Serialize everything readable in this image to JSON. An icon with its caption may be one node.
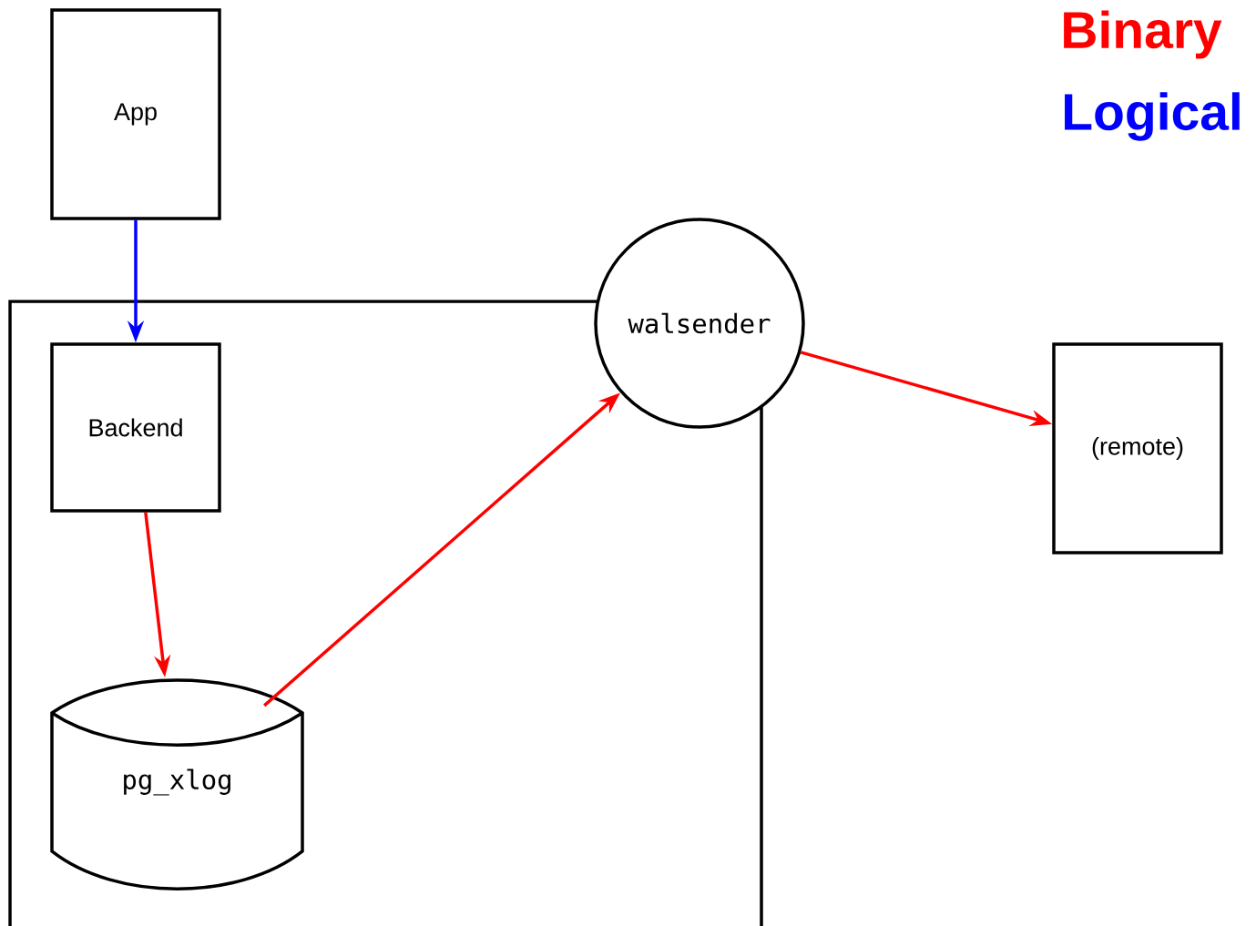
{
  "diagram": {
    "nodes": [
      {
        "text": [],
        "shape": "box"
      },
      {
        "text": [
          "App"
        ]
      },
      {
        "text": [
          "Backend"
        ],
        "in": 0
      },
      {
        "text": [
          "pg_xlog"
        ],
        "in": 0
      },
      {
        "text": [
          "walsender"
        ]
      },
      {
        "text": [
          "(remote)"
        ]
      }
    ],
    "edges": [
      {
        "from": 1,
        "to": 2,
        "arrow": "to",
        "color": "#0000ff"
      },
      {
        "from": 2,
        "to": 3,
        "arrow": "to",
        "color": "#ff0000"
      },
      {
        "from": 3,
        "to": 4,
        "arrow": "to",
        "color": "#ff0000"
      },
      {
        "from": 4,
        "to": 5,
        "arrow": "to",
        "color": "#ff0000"
      }
    ],
    "legend": [
      {
        "text": "Binary",
        "color": "#ff0000"
      },
      {
        "text": "Logical",
        "color": "#0000ff"
      }
    ]
  }
}
